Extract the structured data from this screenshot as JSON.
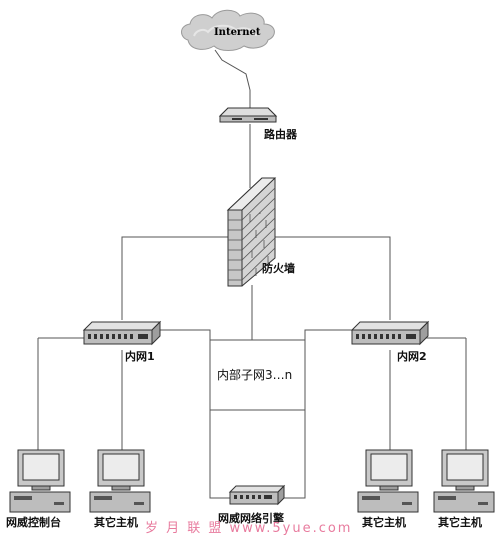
{
  "nodes": {
    "internet": "Internet",
    "router": "路由器",
    "firewall": "防火墙",
    "lan1": "内网1",
    "lan2": "内网2",
    "subnet": "内部子网3…n",
    "console": "网威控制台",
    "host_a": "其它主机",
    "engine": "网威网络引擎",
    "host_b": "其它主机",
    "host_c": "其它主机"
  },
  "watermark": "岁 月 联 盟  www.5yue.com",
  "colors": {
    "line": "#555555",
    "device": "#b9b9b9",
    "watermark": "#e87b9e"
  }
}
